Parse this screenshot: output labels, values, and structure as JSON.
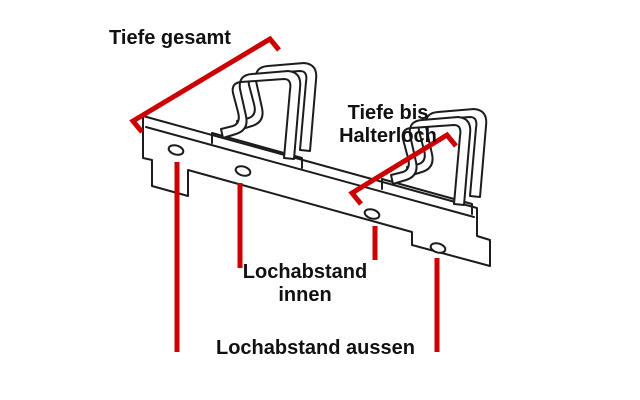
{
  "diagram": {
    "labels": {
      "tiefe_gesamt": "Tiefe gesamt",
      "tiefe_bis_halterloch": "Tiefe bis Halterloch",
      "lochabstand_innen": "Lochabstand innen",
      "lochabstand_aussen": "Lochabstand aussen"
    },
    "colors": {
      "dimension_red": "#cc0000",
      "outline_black": "#1c1c1c",
      "background": "#ffffff"
    }
  }
}
